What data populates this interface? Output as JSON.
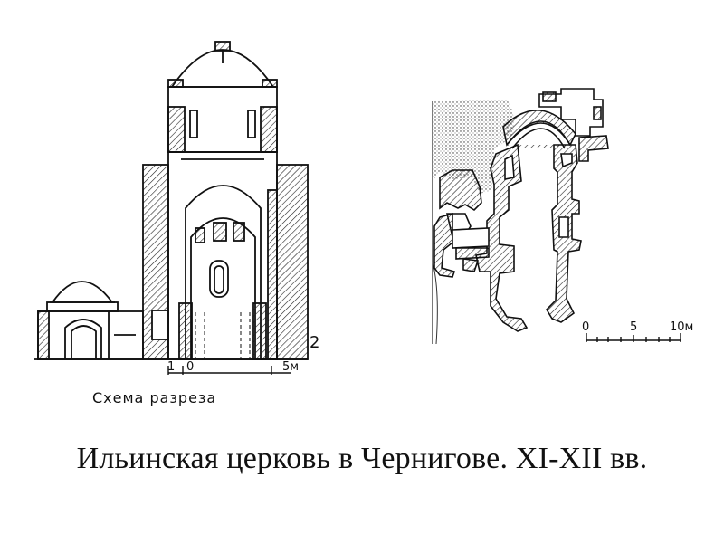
{
  "section_drawing": {
    "figure_number": "2",
    "scale_labels": [
      "1",
      "0",
      "5м"
    ],
    "caption": "Схема разреза"
  },
  "plan_drawing": {
    "scale_labels": [
      "0",
      "5",
      "10м"
    ]
  },
  "title": "Ильинская церковь в Чернигове. XI-XII вв."
}
